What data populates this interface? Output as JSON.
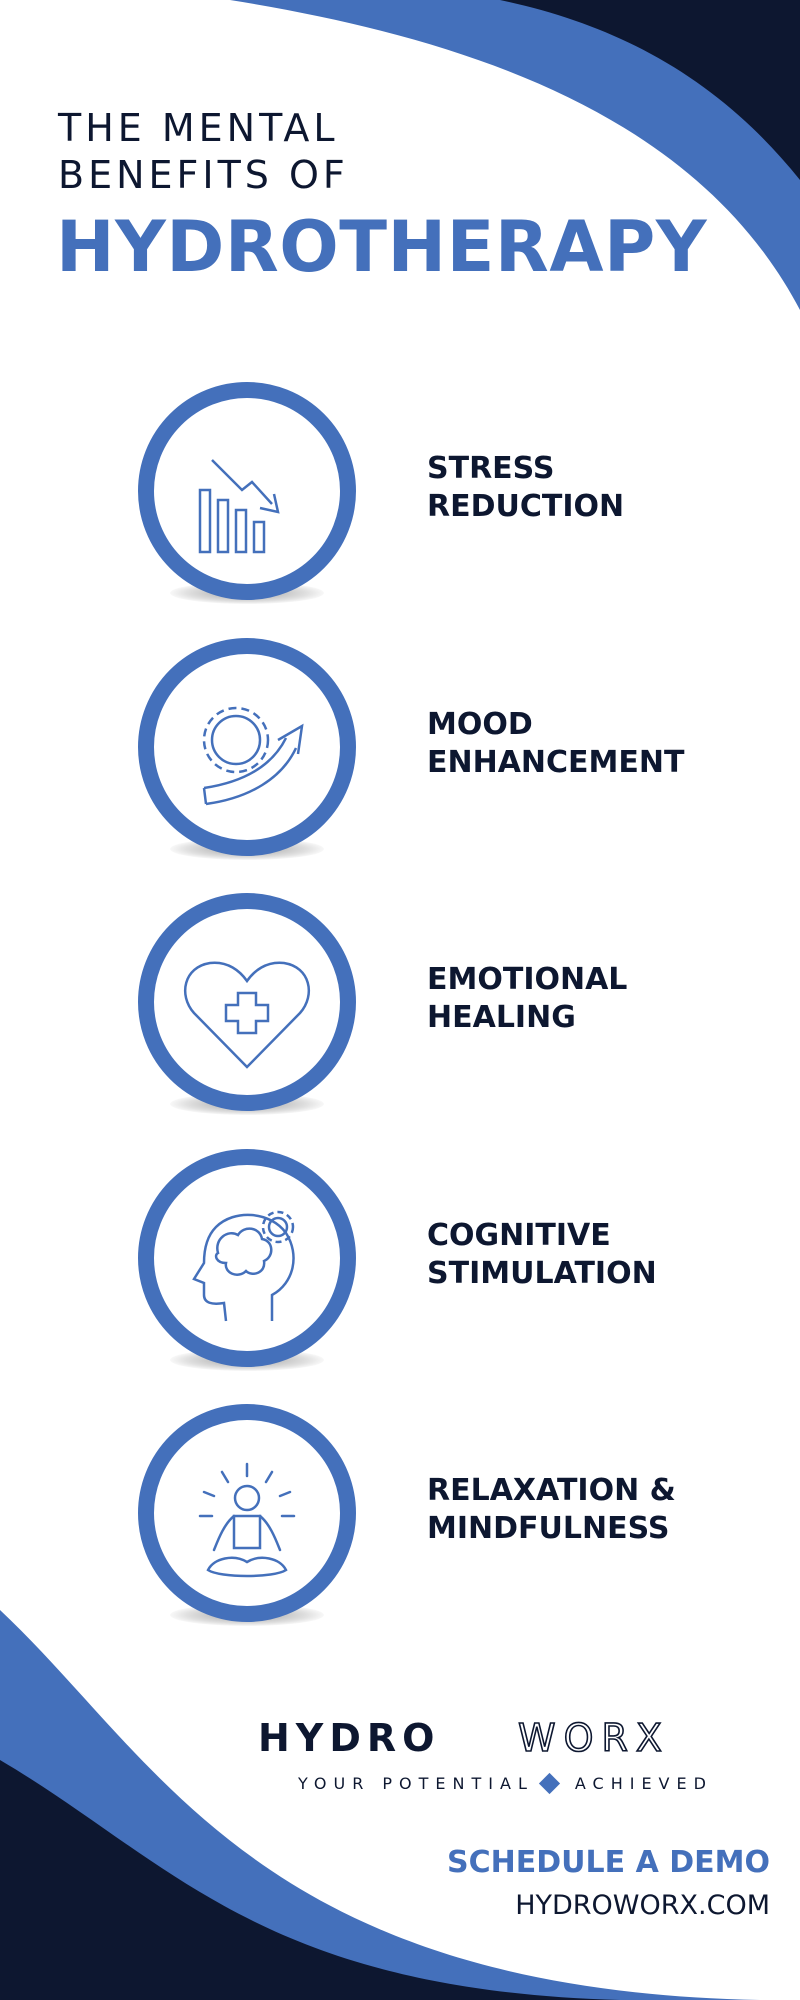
{
  "header": {
    "line1": "THE MENTAL",
    "line2": "BENEFITS OF",
    "highlight": "HYDROTHERAPY"
  },
  "benefits": [
    {
      "line1": "STRESS",
      "line2": "REDUCTION",
      "icon": "declining-bar-chart-icon"
    },
    {
      "line1": "MOOD",
      "line2": "ENHANCEMENT",
      "icon": "gear-arrow-up-icon"
    },
    {
      "line1": "EMOTIONAL",
      "line2": "HEALING",
      "icon": "heart-cross-icon"
    },
    {
      "line1": "COGNITIVE",
      "line2": "STIMULATION",
      "icon": "head-brain-gear-icon"
    },
    {
      "line1": "RELAXATION &",
      "line2": "MINDFULNESS",
      "icon": "meditation-figure-icon"
    }
  ],
  "brand": {
    "logo_part1": "HYDRO",
    "logo_part2": "WORX",
    "tagline_left": "YOUR POTENTIAL",
    "tagline_right": "ACHIEVED"
  },
  "cta": {
    "label": "SCHEDULE A DEMO",
    "website": "HYDROWORX.COM"
  },
  "colors": {
    "navy": "#0d1730",
    "blue": "#4470bb",
    "background": "#ffffff"
  }
}
